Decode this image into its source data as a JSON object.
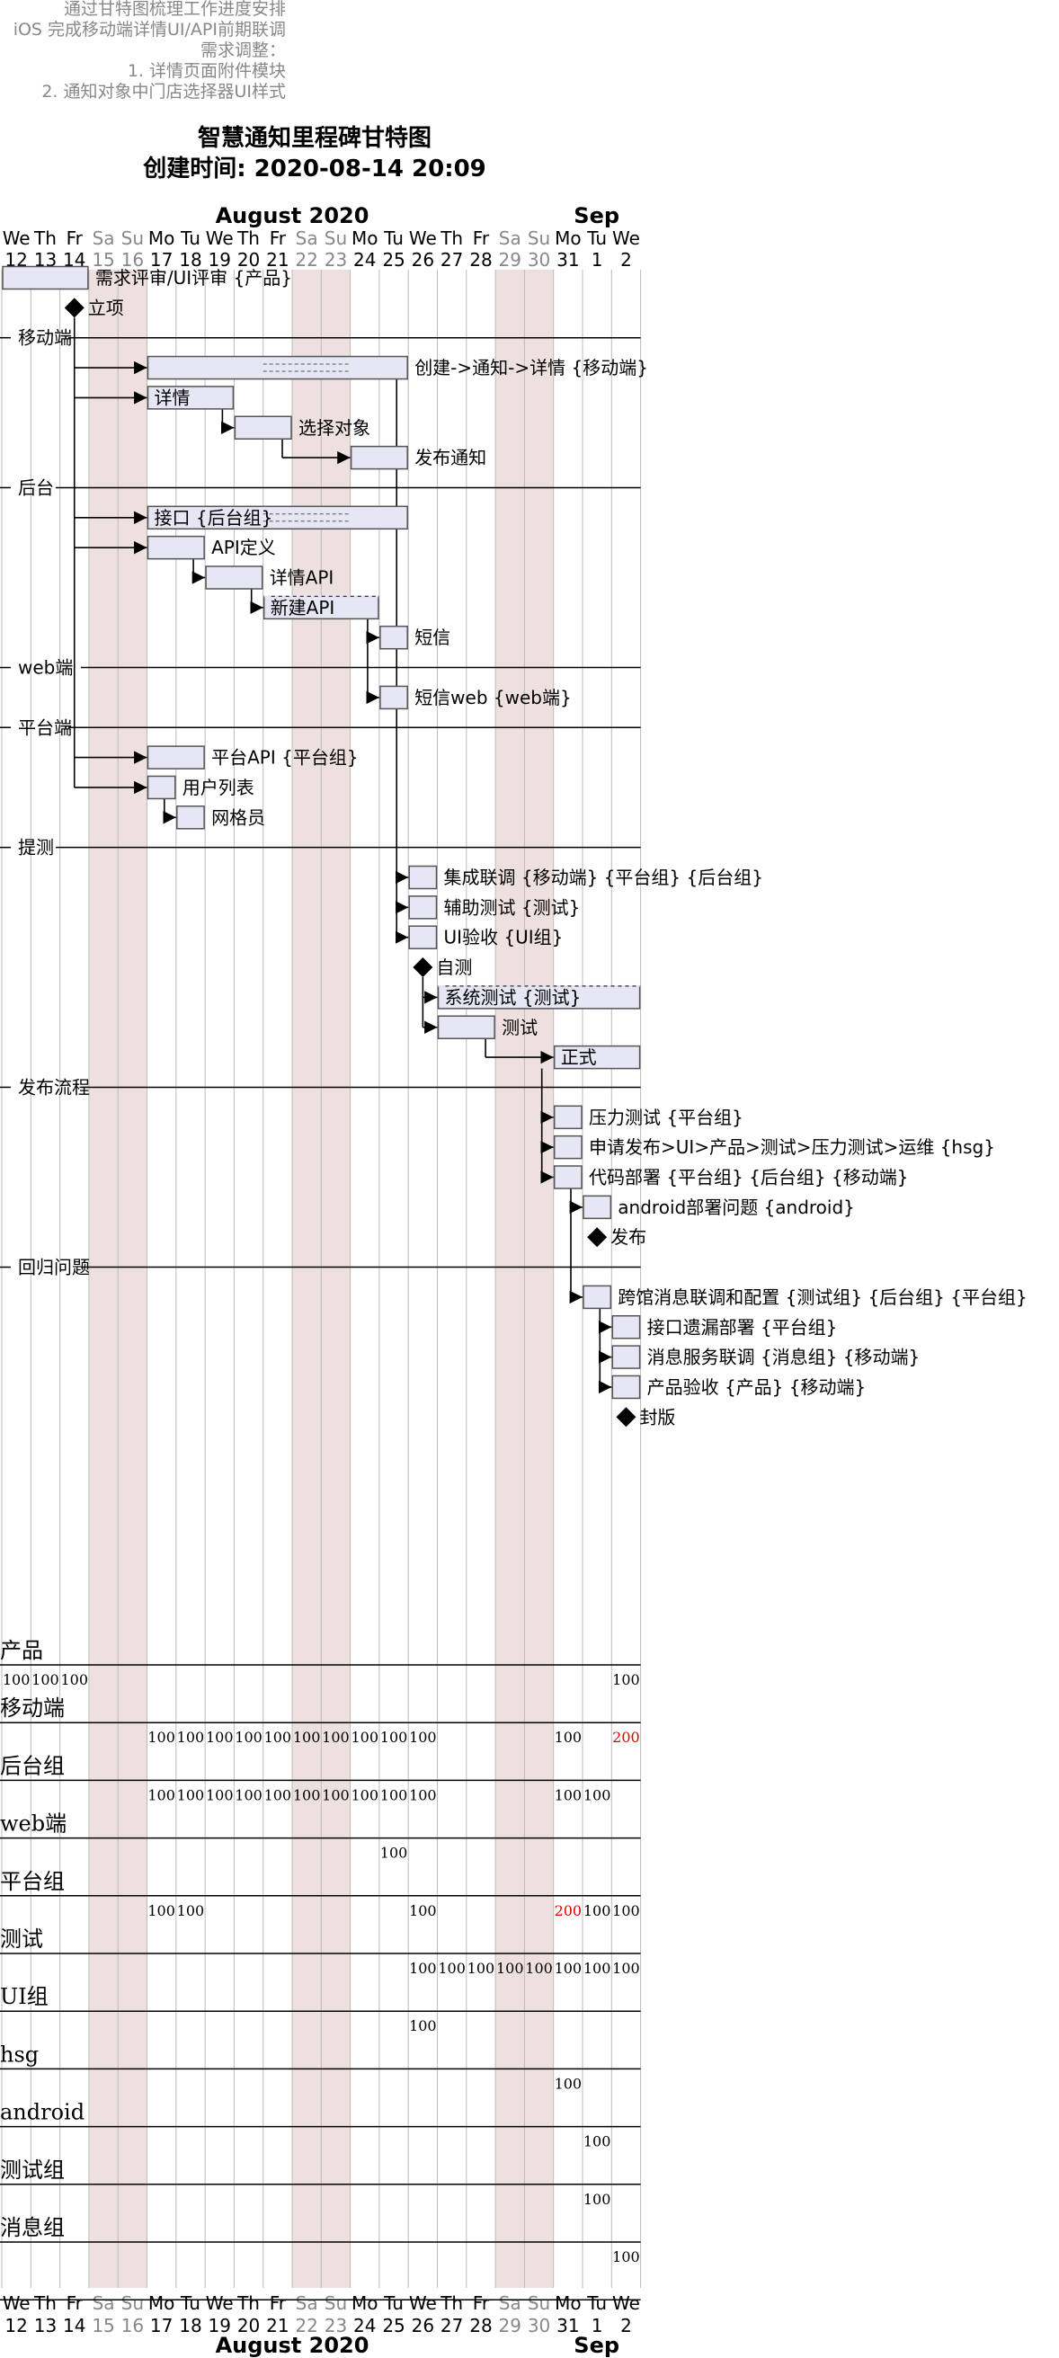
{
  "header": {
    "lines": [
      "通过甘特图梳理工作进度安排",
      "iOS 完成移动端详情UI/API前期联调",
      "需求调整：",
      "1. 详情页面附件模块",
      "2. 通知对象中门店选择器UI样式"
    ],
    "title": "智慧通知里程碑甘特图",
    "subtitle": "创建时间: 2020-08-14 20:09"
  },
  "colors": {
    "bar_fill": "#e6e6f5",
    "bar_stroke": "#555555",
    "weekend_fill": "#efe0e0",
    "grid": "#bbbbbb",
    "text": "#000000",
    "muted": "#888888",
    "overload": "#e00000"
  },
  "chart_data": {
    "type": "gantt",
    "months": [
      {
        "label": "August 2020",
        "start": 0
      },
      {
        "label": "Sep",
        "start": 19
      }
    ],
    "days": [
      {
        "dow": "We",
        "num": "12",
        "weekend": false
      },
      {
        "dow": "Th",
        "num": "13",
        "weekend": false
      },
      {
        "dow": "Fr",
        "num": "14",
        "weekend": false
      },
      {
        "dow": "Sa",
        "num": "15",
        "weekend": true
      },
      {
        "dow": "Su",
        "num": "16",
        "weekend": true
      },
      {
        "dow": "Mo",
        "num": "17",
        "weekend": false
      },
      {
        "dow": "Tu",
        "num": "18",
        "weekend": false
      },
      {
        "dow": "We",
        "num": "19",
        "weekend": false
      },
      {
        "dow": "Th",
        "num": "20",
        "weekend": false
      },
      {
        "dow": "Fr",
        "num": "21",
        "weekend": false
      },
      {
        "dow": "Sa",
        "num": "22",
        "weekend": true
      },
      {
        "dow": "Su",
        "num": "23",
        "weekend": true
      },
      {
        "dow": "Mo",
        "num": "24",
        "weekend": false
      },
      {
        "dow": "Tu",
        "num": "25",
        "weekend": false
      },
      {
        "dow": "We",
        "num": "26",
        "weekend": false
      },
      {
        "dow": "Th",
        "num": "27",
        "weekend": false
      },
      {
        "dow": "Fr",
        "num": "28",
        "weekend": false
      },
      {
        "dow": "Sa",
        "num": "29",
        "weekend": true
      },
      {
        "dow": "Su",
        "num": "30",
        "weekend": true
      },
      {
        "dow": "Mo",
        "num": "31",
        "weekend": false
      },
      {
        "dow": "Tu",
        "num": "1",
        "weekend": false
      },
      {
        "dow": "We",
        "num": "2",
        "weekend": false
      }
    ],
    "rows": [
      {
        "kind": "task",
        "start": 0,
        "end": 3,
        "label": "需求评审/UI评审 {产品}"
      },
      {
        "kind": "milestone",
        "at": 2.5,
        "label": "立项"
      },
      {
        "kind": "section",
        "label": "移动端"
      },
      {
        "kind": "group",
        "start": 5,
        "end": 14,
        "label": "创建->通知->详情 {移动端}",
        "inside": false
      },
      {
        "kind": "task",
        "start": 5,
        "end": 8,
        "label": "详情",
        "inside": true
      },
      {
        "kind": "task",
        "start": 8,
        "end": 10,
        "label": "选择对象"
      },
      {
        "kind": "task",
        "start": 12,
        "end": 14,
        "label": "发布通知"
      },
      {
        "kind": "section",
        "label": "后台"
      },
      {
        "kind": "group",
        "start": 5,
        "end": 14,
        "label": "接口 {后台组}",
        "inside": true
      },
      {
        "kind": "task",
        "start": 5,
        "end": 7,
        "label": "API定义"
      },
      {
        "kind": "task",
        "start": 7,
        "end": 9,
        "label": "详情API"
      },
      {
        "kind": "task",
        "start": 9,
        "end": 13,
        "label": "新建API",
        "inside": true,
        "dashed": true
      },
      {
        "kind": "task",
        "start": 13,
        "end": 14,
        "label": "短信"
      },
      {
        "kind": "section",
        "label": "web端"
      },
      {
        "kind": "task",
        "start": 13,
        "end": 14,
        "label": "短信web {web端}"
      },
      {
        "kind": "section",
        "label": "平台端"
      },
      {
        "kind": "task",
        "start": 5,
        "end": 7,
        "label": "平台API {平台组}"
      },
      {
        "kind": "task",
        "start": 5,
        "end": 6,
        "label": "用户列表"
      },
      {
        "kind": "task",
        "start": 6,
        "end": 7,
        "label": "网格员"
      },
      {
        "kind": "section",
        "label": "提测"
      },
      {
        "kind": "task",
        "start": 14,
        "end": 15,
        "label": "集成联调 {移动端} {平台组} {后台组}"
      },
      {
        "kind": "task",
        "start": 14,
        "end": 15,
        "label": "辅助测试 {测试}"
      },
      {
        "kind": "task",
        "start": 14,
        "end": 15,
        "label": "UI验收 {UI组}"
      },
      {
        "kind": "milestone",
        "at": 14.5,
        "label": "自测"
      },
      {
        "kind": "task",
        "start": 15,
        "end": 22,
        "label": "系统测试 {测试}",
        "inside": true,
        "dashed": true
      },
      {
        "kind": "task",
        "start": 15,
        "end": 17,
        "label": "测试"
      },
      {
        "kind": "task",
        "start": 19,
        "end": 22,
        "label": "正式",
        "inside": true
      },
      {
        "kind": "section",
        "label": "发布流程"
      },
      {
        "kind": "task",
        "start": 19,
        "end": 20,
        "label": "压力测试 {平台组}"
      },
      {
        "kind": "task",
        "start": 19,
        "end": 20,
        "label": "申请发布>UI>产品>测试>压力测试>运维 {hsg}"
      },
      {
        "kind": "task",
        "start": 19,
        "end": 20,
        "label": "代码部署 {平台组} {后台组} {移动端}"
      },
      {
        "kind": "task",
        "start": 20,
        "end": 21,
        "label": "android部署问题 {android}"
      },
      {
        "kind": "milestone",
        "at": 20.5,
        "label": "发布"
      },
      {
        "kind": "section",
        "label": "回归问题"
      },
      {
        "kind": "task",
        "start": 20,
        "end": 21,
        "label": "跨馆消息联调和配置 {测试组} {后台组} {平台组}"
      },
      {
        "kind": "task",
        "start": 21,
        "end": 22,
        "label": "接口遗漏部署 {平台组}"
      },
      {
        "kind": "task",
        "start": 21,
        "end": 22,
        "label": "消息服务联调 {消息组} {移动端}"
      },
      {
        "kind": "task",
        "start": 21,
        "end": 22,
        "label": "产品验收 {产品} {移动端}"
      },
      {
        "kind": "milestone",
        "at": 21.5,
        "label": "封版"
      }
    ],
    "dependencies": [
      {
        "from": 1,
        "to": [
          3,
          4,
          8,
          9,
          16,
          17
        ]
      },
      {
        "from": 4,
        "to": [
          5
        ]
      },
      {
        "from": 5,
        "to": [
          6
        ]
      },
      {
        "from": 9,
        "to": [
          10
        ]
      },
      {
        "from": 10,
        "to": [
          11
        ]
      },
      {
        "from": 11,
        "to": [
          12,
          14
        ]
      },
      {
        "from": 3,
        "to": [
          20,
          21,
          22
        ]
      },
      {
        "from": 17,
        "to": [
          18
        ]
      },
      {
        "from": 23,
        "to": [
          24,
          25
        ]
      },
      {
        "from": 25,
        "to": [
          26
        ]
      },
      {
        "from": 26,
        "to": [
          28,
          29,
          30
        ]
      },
      {
        "from": 30,
        "to": [
          31,
          34
        ]
      },
      {
        "from": 34,
        "to": [
          35,
          36,
          37
        ]
      }
    ],
    "resources": [
      {
        "name": "产品",
        "cells": [
          [
            "0",
            "100"
          ],
          [
            "1",
            "100"
          ],
          [
            "2",
            "100"
          ],
          [
            "21",
            "100"
          ]
        ]
      },
      {
        "name": "移动端",
        "cells": [
          [
            "5",
            "100"
          ],
          [
            "6",
            "100"
          ],
          [
            "7",
            "100"
          ],
          [
            "8",
            "100"
          ],
          [
            "9",
            "100"
          ],
          [
            "10",
            "100"
          ],
          [
            "11",
            "100"
          ],
          [
            "12",
            "100"
          ],
          [
            "13",
            "100"
          ],
          [
            "14",
            "100"
          ],
          [
            "19",
            "100"
          ],
          [
            "21",
            "200"
          ]
        ]
      },
      {
        "name": "后台组",
        "cells": [
          [
            "5",
            "100"
          ],
          [
            "6",
            "100"
          ],
          [
            "7",
            "100"
          ],
          [
            "8",
            "100"
          ],
          [
            "9",
            "100"
          ],
          [
            "10",
            "100"
          ],
          [
            "11",
            "100"
          ],
          [
            "12",
            "100"
          ],
          [
            "13",
            "100"
          ],
          [
            "14",
            "100"
          ],
          [
            "19",
            "100"
          ],
          [
            "20",
            "100"
          ]
        ]
      },
      {
        "name": "web端",
        "cells": [
          [
            "13",
            "100"
          ]
        ]
      },
      {
        "name": "平台组",
        "cells": [
          [
            "5",
            "100"
          ],
          [
            "6",
            "100"
          ],
          [
            "14",
            "100"
          ],
          [
            "19",
            "200"
          ],
          [
            "20",
            "100"
          ],
          [
            "21",
            "100"
          ]
        ]
      },
      {
        "name": "测试",
        "cells": [
          [
            "14",
            "100"
          ],
          [
            "15",
            "100"
          ],
          [
            "16",
            "100"
          ],
          [
            "17",
            "100"
          ],
          [
            "18",
            "100"
          ],
          [
            "19",
            "100"
          ],
          [
            "20",
            "100"
          ],
          [
            "21",
            "100"
          ]
        ]
      },
      {
        "name": "UI组",
        "cells": [
          [
            "14",
            "100"
          ]
        ]
      },
      {
        "name": "hsg",
        "cells": [
          [
            "19",
            "100"
          ]
        ]
      },
      {
        "name": "android",
        "cells": [
          [
            "20",
            "100"
          ]
        ]
      },
      {
        "name": "测试组",
        "cells": [
          [
            "20",
            "100"
          ]
        ]
      },
      {
        "name": "消息组",
        "cells": [
          [
            "21",
            "100"
          ]
        ]
      }
    ],
    "overload_threshold": 100
  }
}
